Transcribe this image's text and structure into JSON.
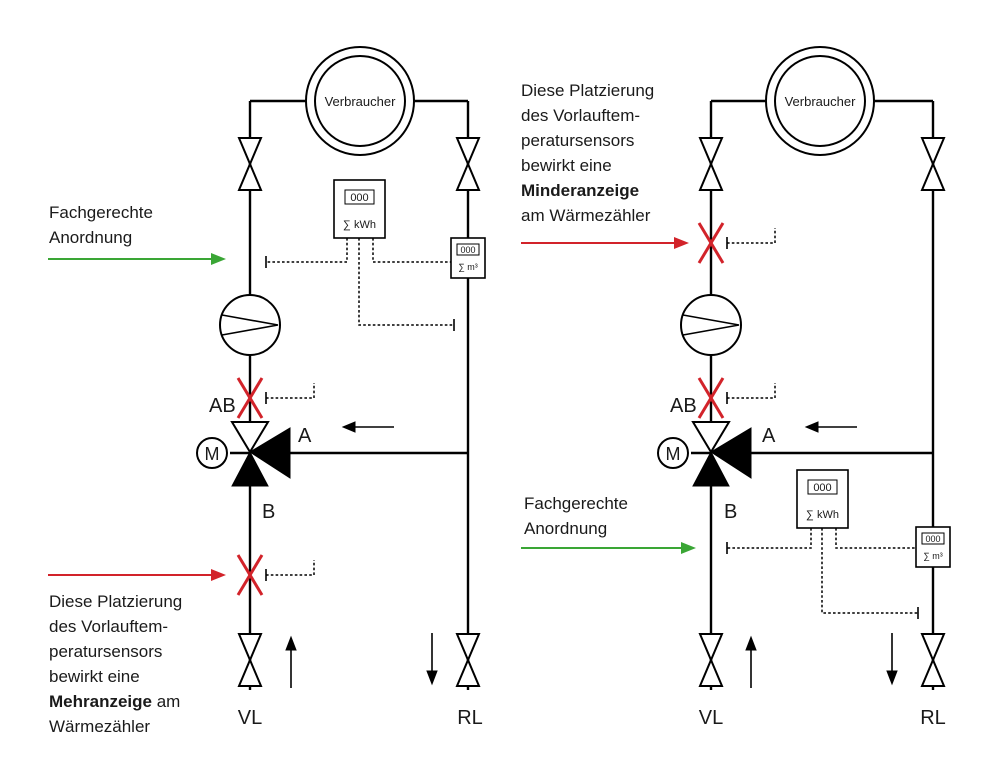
{
  "colors": {
    "green": "#3aa635",
    "red": "#d2232a",
    "line": "#000000"
  },
  "left": {
    "consumer_label": "Verbraucher",
    "correct_lines": [
      "Fachgerechte",
      "Anordnung"
    ],
    "meter_heat": {
      "digits": "000",
      "unit": "∑ kWh"
    },
    "meter_flow": {
      "digits": "000",
      "unit": "∑ m³"
    },
    "port_ab": "AB",
    "port_a": "A",
    "port_b": "B",
    "motor": "M",
    "wrong_lines": [
      "Diese Platzierung",
      "des Vorlauftem-",
      "peratursensors",
      "bewirkt eine"
    ],
    "wrong_bold": "Mehranzeige",
    "wrong_after_bold": " am",
    "wrong_last": "Wärmezähler",
    "vl": "VL",
    "rl": "RL"
  },
  "right": {
    "consumer_label": "Verbraucher",
    "wrong_lines": [
      "Diese Platzierung",
      "des Vorlauftem-",
      "peratursensors",
      "bewirkt eine"
    ],
    "wrong_bold": "Minderanzeige",
    "wrong_last": "am Wärmezähler",
    "correct_lines": [
      "Fachgerechte",
      "Anordnung"
    ],
    "meter_heat": {
      "digits": "000",
      "unit": "∑ kWh"
    },
    "meter_flow": {
      "digits": "000",
      "unit": "∑ m³"
    },
    "port_ab": "AB",
    "port_a": "A",
    "port_b": "B",
    "motor": "M",
    "vl": "VL",
    "rl": "RL"
  }
}
